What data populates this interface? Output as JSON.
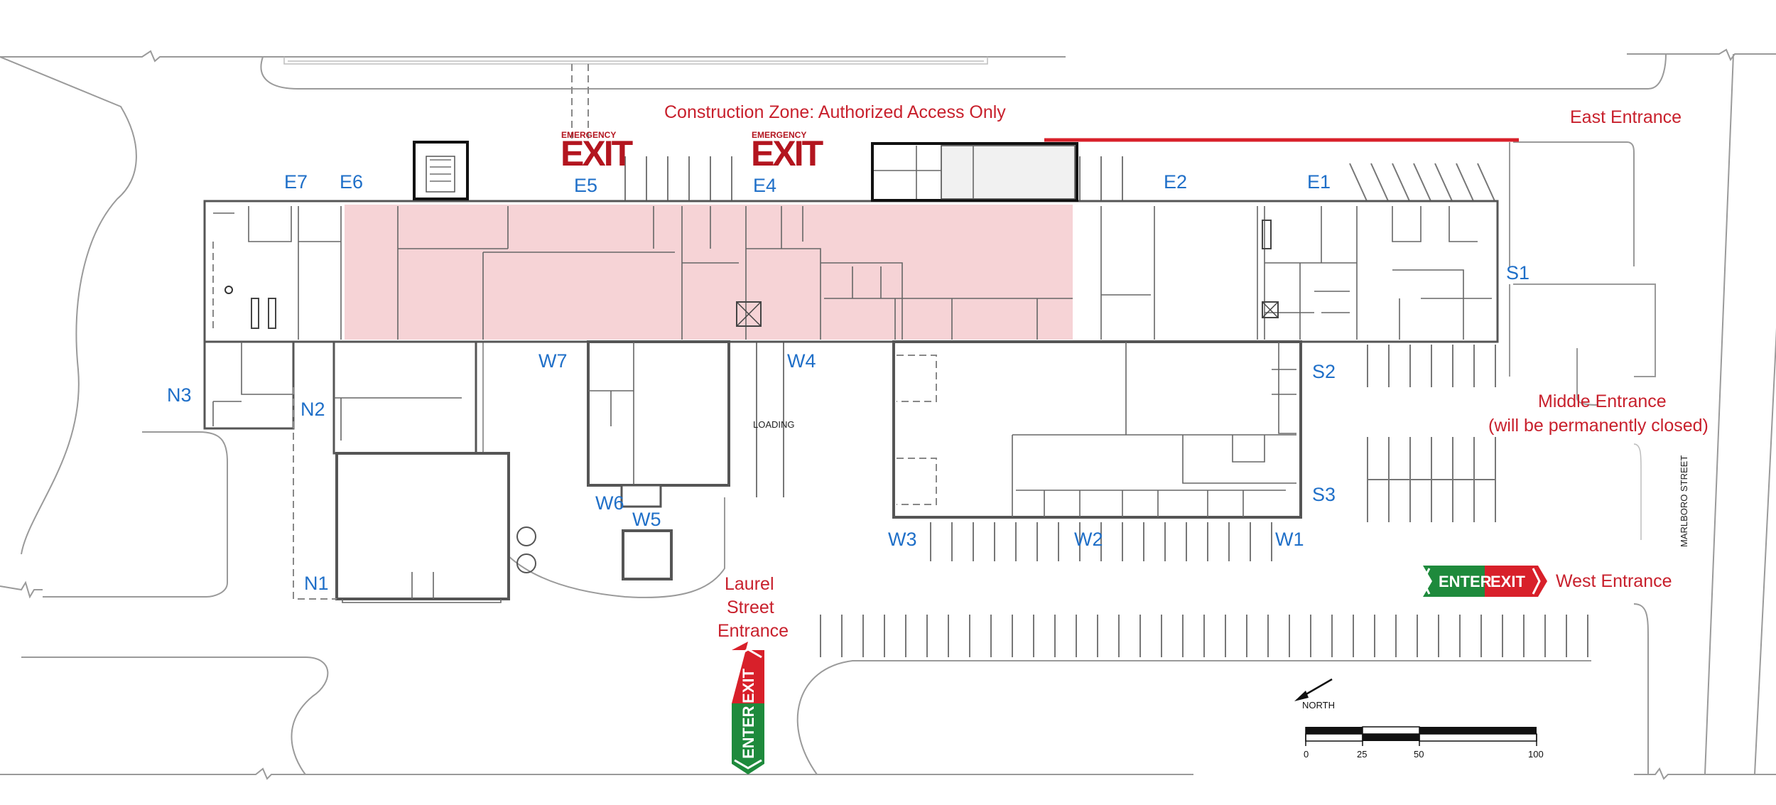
{
  "notices": {
    "construction": "Construction Zone: Authorized Access Only",
    "east_entrance": "East Entrance",
    "middle_entrance_line1": "Middle Entrance",
    "middle_entrance_line2": "(will be permanently closed)",
    "west_entrance": "West Entrance",
    "laurel_line1": "Laurel",
    "laurel_line2": "Street",
    "laurel_line3": "Entrance",
    "loading": "LOADING",
    "street": "MARLBORO STREET",
    "north": "NORTH"
  },
  "emergency_exits": [
    {
      "small": "EMERGENCY",
      "big": "EXIT"
    },
    {
      "small": "EMERGENCY",
      "big": "EXIT"
    }
  ],
  "signs": {
    "enter": "ENTER",
    "exit": "EXIT"
  },
  "doors": {
    "E7": "E7",
    "E6": "E6",
    "E5": "E5",
    "E4": "E4",
    "E2": "E2",
    "E1": "E1",
    "S1": "S1",
    "S2": "S2",
    "S3": "S3",
    "W1": "W1",
    "W2": "W2",
    "W3": "W3",
    "W4": "W4",
    "W5": "W5",
    "W6": "W6",
    "W7": "W7",
    "N1": "N1",
    "N2": "N2",
    "N3": "N3"
  },
  "scale_bar": {
    "ticks": [
      "0",
      "25",
      "50",
      "100"
    ]
  },
  "colors": {
    "door_label": "#1f6fc8",
    "notice_red": "#c8202c",
    "exit_red": "#b3151f",
    "construction_fill": "#f6d3d6",
    "sign_green": "#1e8a3c",
    "sign_red": "#d8202a"
  }
}
